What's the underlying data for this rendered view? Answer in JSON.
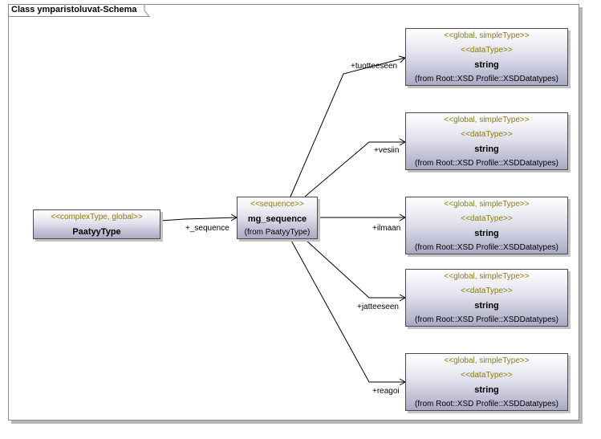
{
  "diagram": {
    "title": "Class ymparistoluvat-Schema"
  },
  "classes": {
    "source": {
      "stereotype": "<<complexType, global>>",
      "name": "PaatyyType"
    },
    "sequence": {
      "stereotype": "<<sequence>>",
      "name": "mg_sequence",
      "from": "(from PaatyyType)"
    },
    "targets": [
      {
        "stereotype1": "<<global, simpleType>>",
        "stereotype2": "<<dataType>>",
        "name": "string",
        "from": "(from Root::XSD Profile::XSDDatatypes)"
      },
      {
        "stereotype1": "<<global, simpleType>>",
        "stereotype2": "<<dataType>>",
        "name": "string",
        "from": "(from Root::XSD Profile::XSDDatatypes)"
      },
      {
        "stereotype1": "<<global, simpleType>>",
        "stereotype2": "<<dataType>>",
        "name": "string",
        "from": "(from Root::XSD Profile::XSDDatatypes)"
      },
      {
        "stereotype1": "<<global, simpleType>>",
        "stereotype2": "<<dataType>>",
        "name": "string",
        "from": "(from Root::XSD Profile::XSDDatatypes)"
      },
      {
        "stereotype1": "<<global, simpleType>>",
        "stereotype2": "<<dataType>>",
        "name": "string",
        "from": "(from Root::XSD Profile::XSDDatatypes)"
      }
    ]
  },
  "associations": {
    "sequence_label": "+_sequence",
    "roles": [
      "+tuotteeseen",
      "+vesiin",
      "+ilmaan",
      "+jatteeseen",
      "+reagoi"
    ]
  }
}
